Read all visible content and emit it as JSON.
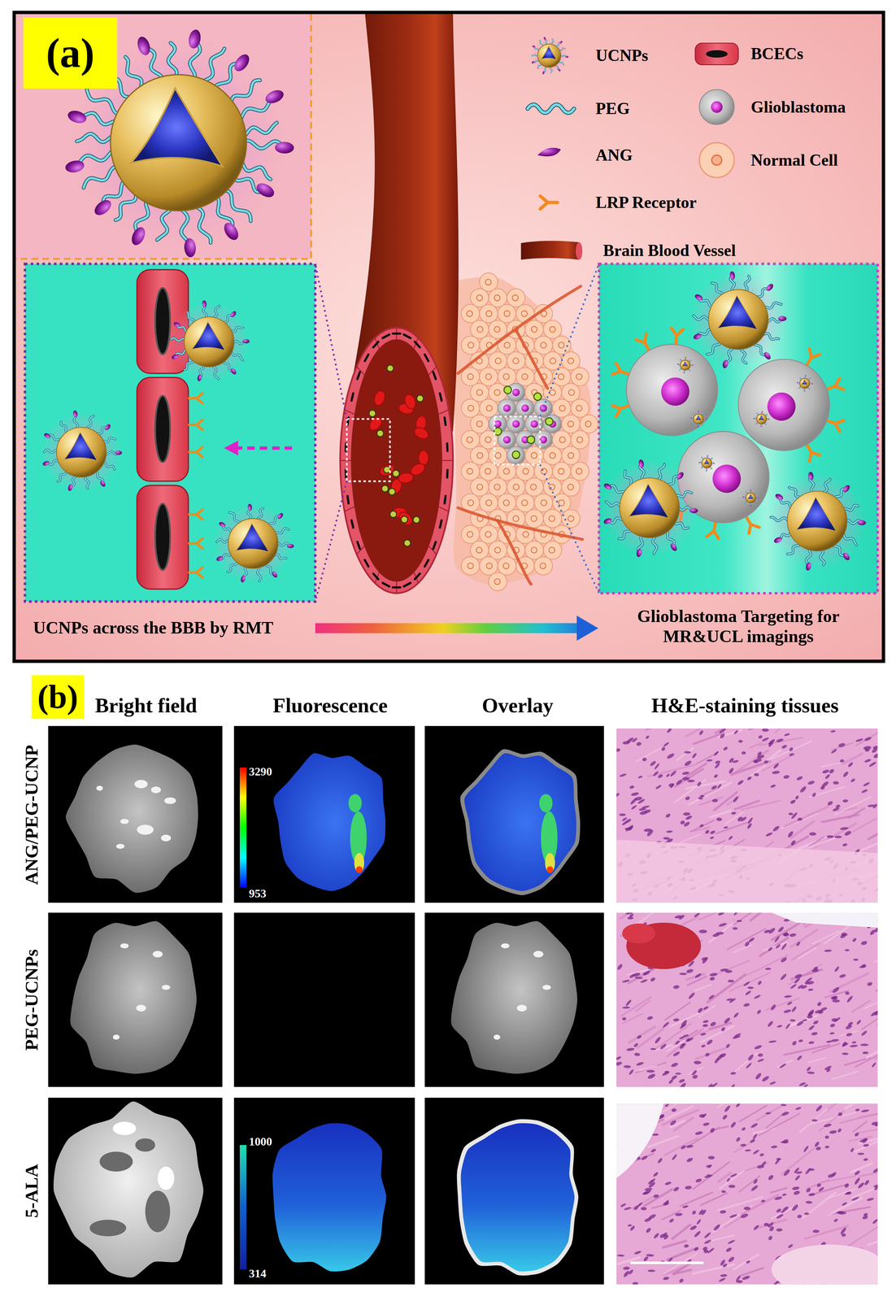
{
  "diagram": {
    "nodes": [
      {
        "text": [
          "UCNPs across the BBB by RMT"
        ]
      },
      {
        "text": [
          "Glioblastoma Targeting for MR&UCL imagings"
        ]
      }
    ],
    "edges": [
      {
        "from": 0,
        "to": 1,
        "arrow": "to"
      }
    ],
    "labels": [
      "(a)",
      "(b)",
      "Bright field",
      "Fluorescence",
      "Overlay",
      "H&E-staining tissues",
      "ANG/PEG-UCNP",
      "PEG-UCNPs",
      "5-ALA",
      "3290",
      "953",
      "1000",
      "314"
    ],
    "legend": [
      {
        "text": "UCNPs"
      },
      {
        "text": "BCECs"
      },
      {
        "text": "PEG"
      },
      {
        "text": "Glioblastoma"
      },
      {
        "text": "ANG"
      },
      {
        "text": "Normal Cell"
      },
      {
        "text": "LRP Receptor"
      },
      {
        "text": "Brain Blood Vessel"
      }
    ]
  }
}
